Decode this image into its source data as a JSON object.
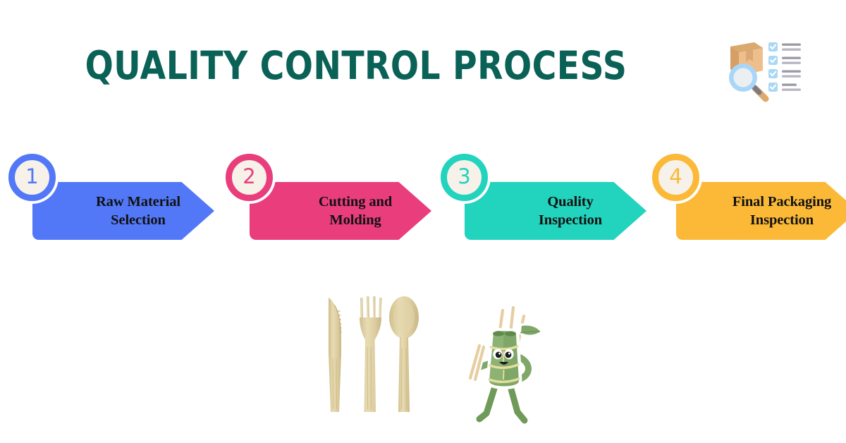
{
  "page": {
    "title": "QUALITY CONTROL PROCESS",
    "title_color": "#0a6156",
    "background_color": "#ffffff"
  },
  "header_icon": {
    "name": "package-inspection-icon",
    "parts": [
      "cardboard-box",
      "magnifying-glass",
      "checklist"
    ],
    "checklist_items": 4,
    "box_color": "#e0ab73",
    "magnifier_color": "#8ec7f0",
    "checkbox_color": "#a9d8f5"
  },
  "steps": [
    {
      "number": "1",
      "label": "Raw Material\nSelection",
      "color": "#5278f7",
      "badge_fill": "#f6f1e9"
    },
    {
      "number": "2",
      "label": "Cutting and\nMolding",
      "color": "#e93d7c",
      "badge_fill": "#f6f1e9"
    },
    {
      "number": "3",
      "label": "Quality\nInspection",
      "color": "#22d3be",
      "badge_fill": "#f6f1e9"
    },
    {
      "number": "4",
      "label": "Final Packaging\nInspection",
      "color": "#fbb937",
      "badge_fill": "#f6f1e9"
    }
  ],
  "illustrations": {
    "cutlery": {
      "name": "bamboo-cutlery-illustration",
      "items": [
        "knife",
        "fork",
        "spoon"
      ],
      "wood_color": "#ddd0a4"
    },
    "mascot": {
      "name": "bamboo-mascot-illustration",
      "description": "bamboo bundle character holding chopsticks",
      "body_color": "#7fa868",
      "band_color": "#e4dea0",
      "chopstick_color": "#e3cb9a"
    }
  }
}
